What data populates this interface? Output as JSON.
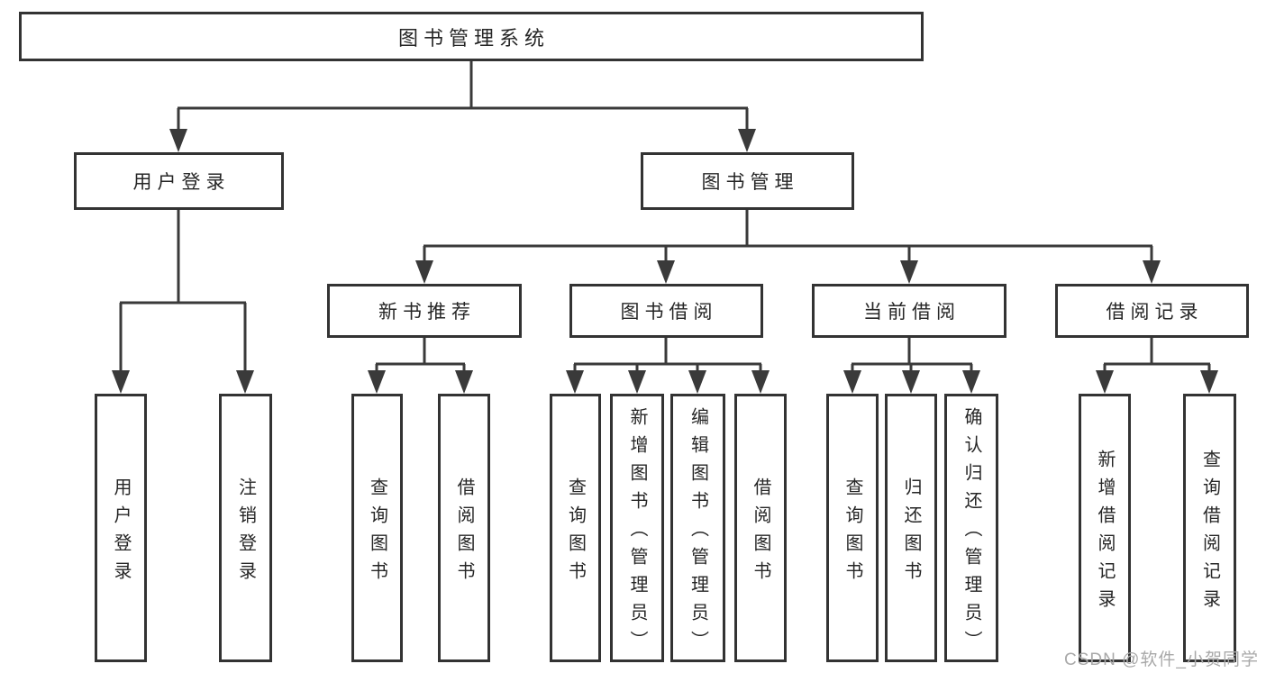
{
  "tree": {
    "root": {
      "label": "图书管理系统"
    },
    "branches": [
      {
        "label": "用户登录",
        "children": [
          {
            "label": "用户登录"
          },
          {
            "label": "注销登录"
          }
        ]
      },
      {
        "label": "图书管理",
        "children": [
          {
            "label": "新书推荐",
            "children": [
              {
                "label": "查询图书"
              },
              {
                "label": "借阅图书"
              }
            ]
          },
          {
            "label": "图书借阅",
            "children": [
              {
                "label": "查询图书"
              },
              {
                "label": "新增图书（管理员）"
              },
              {
                "label": "编辑图书（管理员）"
              },
              {
                "label": "借阅图书"
              }
            ]
          },
          {
            "label": "当前借阅",
            "children": [
              {
                "label": "查询图书"
              },
              {
                "label": "归还图书"
              },
              {
                "label": "确认归还（管理员）"
              }
            ]
          },
          {
            "label": "借阅记录",
            "children": [
              {
                "label": "新增借阅记录"
              },
              {
                "label": "查询借阅记录"
              }
            ]
          }
        ]
      }
    ]
  },
  "watermark": {
    "text": "CSDN @软件_小贺同学"
  },
  "colors": {
    "line": "#3a3a3a",
    "box_border": "#333333",
    "text": "#262626",
    "watermark": "#a9a9a9",
    "background": "#ffffff"
  }
}
